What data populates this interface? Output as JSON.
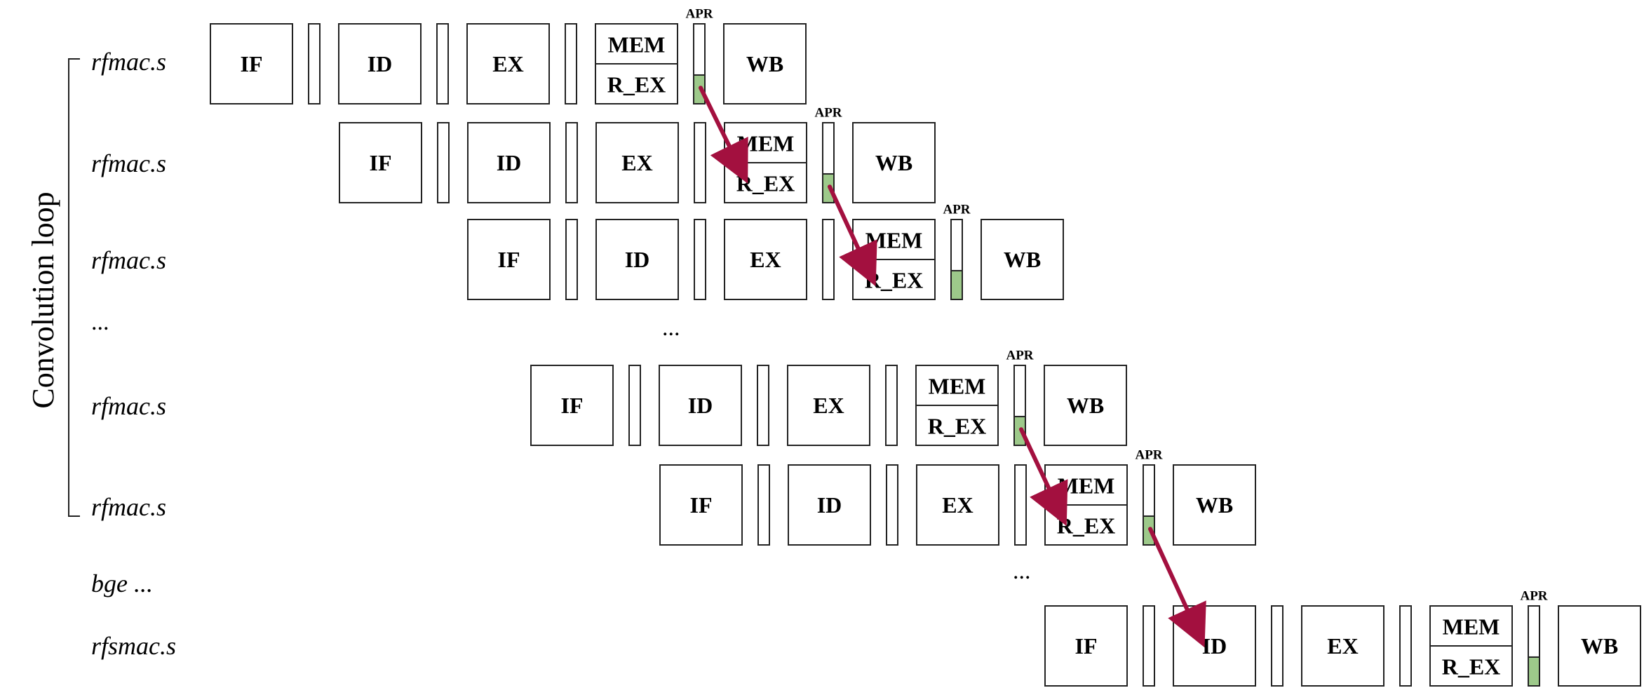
{
  "loop_label": "Convolution loop",
  "stages": {
    "if": "IF",
    "id": "ID",
    "ex": "EX",
    "mem": "MEM",
    "r_ex": "R_EX",
    "wb": "WB",
    "apr": "APR"
  },
  "instructions": [
    {
      "label": "rfmac.s"
    },
    {
      "label": "rfmac.s"
    },
    {
      "label": "rfmac.s"
    },
    {
      "label": "..."
    },
    {
      "label": "rfmac.s"
    },
    {
      "label": "rfmac.s"
    },
    {
      "label": "bge ..."
    },
    {
      "label": "rfsmac.s"
    }
  ],
  "gap_dots": [
    "...",
    "..."
  ],
  "colors": {
    "apr_fill": "#9dc98a",
    "forward_arrow": "#a3103f",
    "stroke": "#222222"
  }
}
